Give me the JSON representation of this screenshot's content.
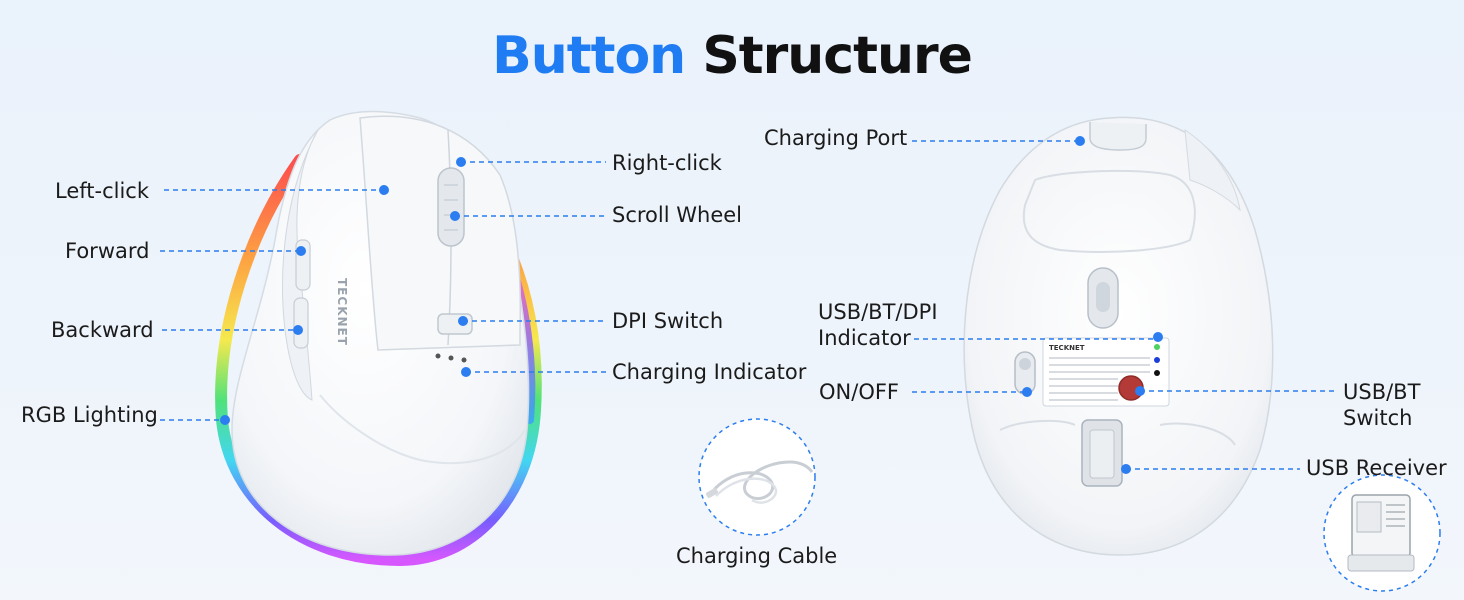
{
  "title": {
    "part1": "Button",
    "part2": "Structure"
  },
  "colors": {
    "accent": "#1f7cf2",
    "dot": "#2b7df0"
  },
  "brand": "TECKNET",
  "left_mouse_labels": {
    "left_click": "Left-click",
    "forward": "Forward",
    "backward": "Backward",
    "rgb_lighting": "RGB Lighting",
    "right_click": "Right-click",
    "scroll_wheel": "Scroll Wheel",
    "dpi_switch": "DPI Switch",
    "charging_indicator": "Charging Indicator"
  },
  "right_mouse_labels": {
    "charging_port": "Charging Port",
    "usb_bt_dpi_indicator": "USB/BT/DPI Indicator",
    "on_off": "ON/OFF",
    "usb_bt_switch": "USB/BT Switch",
    "usb_receiver": "USB Receiver"
  },
  "cable_label": "Charging Cable"
}
